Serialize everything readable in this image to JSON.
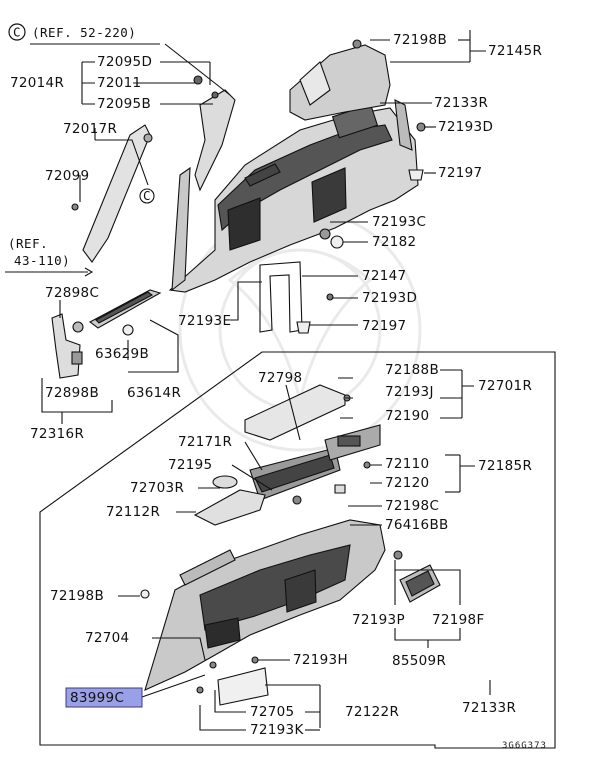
{
  "diagram": {
    "ref_top": "(REF. 52-220)",
    "circle_letter": "C",
    "ref_left_1": "(REF.",
    "ref_left_2": "43-110)",
    "footer_code": "3G6G373",
    "highlighted_part": "83999C",
    "highlight_color": "#9aa0e6",
    "labels": {
      "p72198B_top": "72198B",
      "p72145R": "72145R",
      "p72095D": "72095D",
      "p72014R": "72014R",
      "p72011": "72011",
      "p72095B": "72095B",
      "p72133R_top": "72133R",
      "p72193D_top": "72193D",
      "p72017R": "72017R",
      "p72197_top": "72197",
      "p72099": "72099",
      "p72193C": "72193C",
      "p72182": "72182",
      "p72147": "72147",
      "p72898C": "72898C",
      "p72193D_mid": "72193D",
      "p72193E": "72193E",
      "p72197_mid": "72197",
      "p63629B": "63629B",
      "p72898B": "72898B",
      "p63614R": "63614R",
      "p72316R": "72316R",
      "p72798": "72798",
      "p72188B": "72188B",
      "p72193J": "72193J",
      "p72701R": "72701R",
      "p72190": "72190",
      "p72171R": "72171R",
      "p72110": "72110",
      "p72185R": "72185R",
      "p72195": "72195",
      "p72120": "72120",
      "p72703R": "72703R",
      "p72198C": "72198C",
      "p72112R": "72112R",
      "p76416BB": "76416BB",
      "p72198B_low": "72198B",
      "p72193P": "72193P",
      "p72198F": "72198F",
      "p72704": "72704",
      "p85509R": "85509R",
      "p72193H": "72193H",
      "p83999C": "83999C",
      "p72705": "72705",
      "p72122R": "72122R",
      "p72133R_low": "72133R",
      "p72193K": "72193K"
    }
  }
}
